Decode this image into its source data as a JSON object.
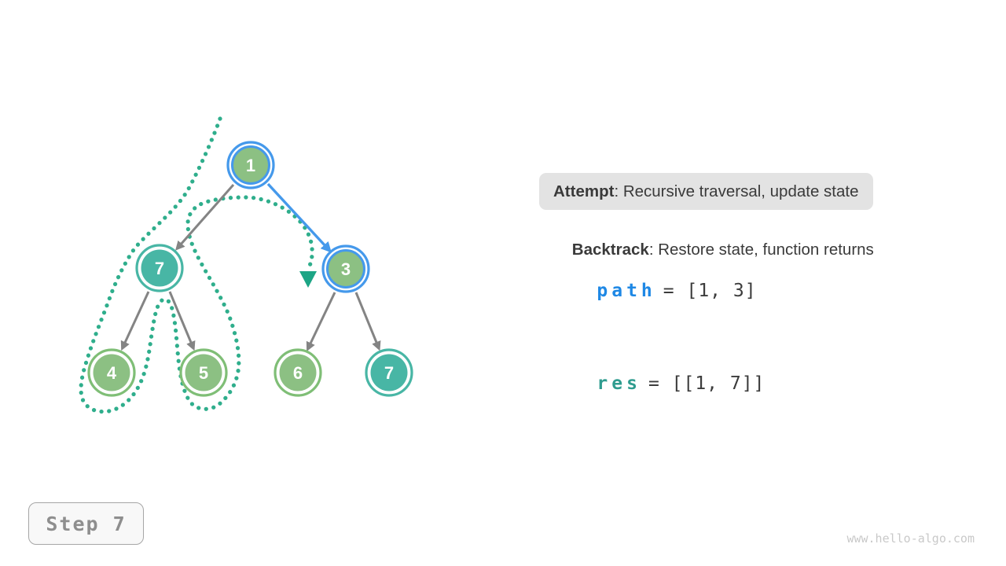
{
  "diagram": {
    "nodes": [
      {
        "label": "1",
        "state": "active"
      },
      {
        "label": "7",
        "state": "visited"
      },
      {
        "label": "3",
        "state": "active"
      },
      {
        "label": "4",
        "state": "unvisited"
      },
      {
        "label": "5",
        "state": "unvisited"
      },
      {
        "label": "6",
        "state": "unvisited"
      },
      {
        "label": "7",
        "state": "visited"
      }
    ],
    "edges": [
      {
        "from": "1",
        "to": "7",
        "style": "gray"
      },
      {
        "from": "1",
        "to": "3",
        "style": "blue-active"
      },
      {
        "from": "7",
        "to": "4",
        "style": "gray"
      },
      {
        "from": "7",
        "to": "5",
        "style": "gray"
      },
      {
        "from": "3",
        "to": "6",
        "style": "gray"
      },
      {
        "from": "3",
        "to": "7",
        "style": "gray"
      }
    ],
    "trace_arrowhead_icon": "down-triangle"
  },
  "panel": {
    "attempt_label": "Attempt",
    "attempt_text": ": Recursive traversal, update state",
    "backtrack_label": "Backtrack",
    "backtrack_text": ": Restore state, function returns",
    "path_var": "path",
    "path_value": "= [1, 3]",
    "res_var": "res",
    "res_value": "= [[1, 7]]"
  },
  "step_badge": "Step 7",
  "watermark": "www.hello-algo.com",
  "colors": {
    "node_green": "#8CC083",
    "node_teal": "#48B6A5",
    "active_blue": "#4599EB",
    "trace_teal": "#2FAE8C",
    "code_path_blue": "#1E88E5",
    "code_res_teal": "#2F9C8F",
    "edge_gray": "#848484",
    "banner_bg": "#E3E3E3"
  }
}
